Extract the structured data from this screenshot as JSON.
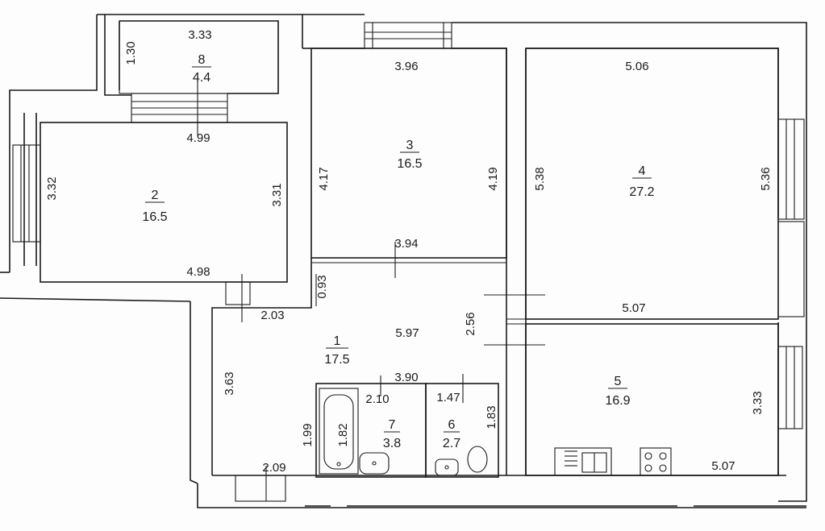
{
  "rooms": [
    {
      "number": "1",
      "area": "17.5"
    },
    {
      "number": "2",
      "area": "16.5"
    },
    {
      "number": "3",
      "area": "16.5"
    },
    {
      "number": "4",
      "area": "27.2"
    },
    {
      "number": "5",
      "area": "16.9"
    },
    {
      "number": "6",
      "area": "2.7"
    },
    {
      "number": "7",
      "area": "3.8"
    },
    {
      "number": "8",
      "area": "4.4"
    }
  ],
  "dimensions": {
    "r8_width": "3.33",
    "r8_depth": "1.30",
    "r2_top": "4.99",
    "r2_bottom": "4.98",
    "r2_left": "3.32",
    "r2_right": "3.31",
    "r3_top": "3.96",
    "r3_bottom": "3.94",
    "r3_left": "4.17",
    "r3_right": "4.19",
    "r4_top": "5.06",
    "r4_bottom": "5.07",
    "r4_left": "5.38",
    "r4_right": "5.36",
    "hall_door": "0.93",
    "hall_width": "5.97",
    "hall_right": "2.56",
    "hall_left": "3.63",
    "hall_notch": "2.03",
    "hall_bottom": "2.09",
    "bath_span": "3.90",
    "r7_width": "2.10",
    "r7_height_outer": "1.99",
    "r7_height_inner": "1.82",
    "r6_width": "1.47",
    "r6_height": "1.83",
    "r5_bottom": "5.07",
    "r5_right": "3.33"
  }
}
